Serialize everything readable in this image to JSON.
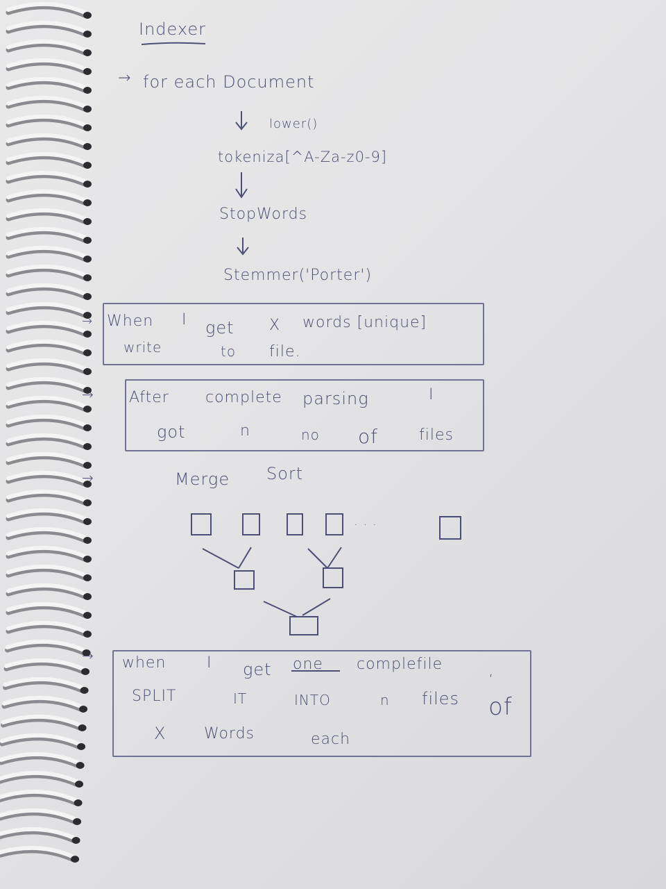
{
  "notes": {
    "title": "Indexer",
    "step1": "for each Document",
    "step2": "lower()",
    "step3": "tokeniza[^A-Za-z0-9]",
    "step4": "StopWords",
    "step5": "Stemmer('Porter')",
    "box1": {
      "line1": [
        "When",
        "I",
        "get",
        "X",
        "words [unique]"
      ],
      "line2": [
        "write",
        "to",
        "file."
      ]
    },
    "box2": {
      "line1": [
        "After",
        "complete",
        "parsing",
        "I"
      ],
      "line2": [
        "got",
        "n",
        "no",
        "of",
        "files"
      ]
    },
    "merge": [
      "Merge",
      "Sort"
    ],
    "ellipsis": ". . .",
    "box3": {
      "line1": [
        "when",
        "I",
        "get",
        "one",
        "complefile",
        ","
      ],
      "line2": [
        "SPLIT",
        "IT",
        "INTO",
        "n",
        "files",
        "of"
      ],
      "line3": [
        "X",
        "Words",
        "each"
      ]
    }
  },
  "colors": {
    "ink": "#4a4f78",
    "paper": "#e6e6e8",
    "spiral": "#f4f4f4"
  }
}
